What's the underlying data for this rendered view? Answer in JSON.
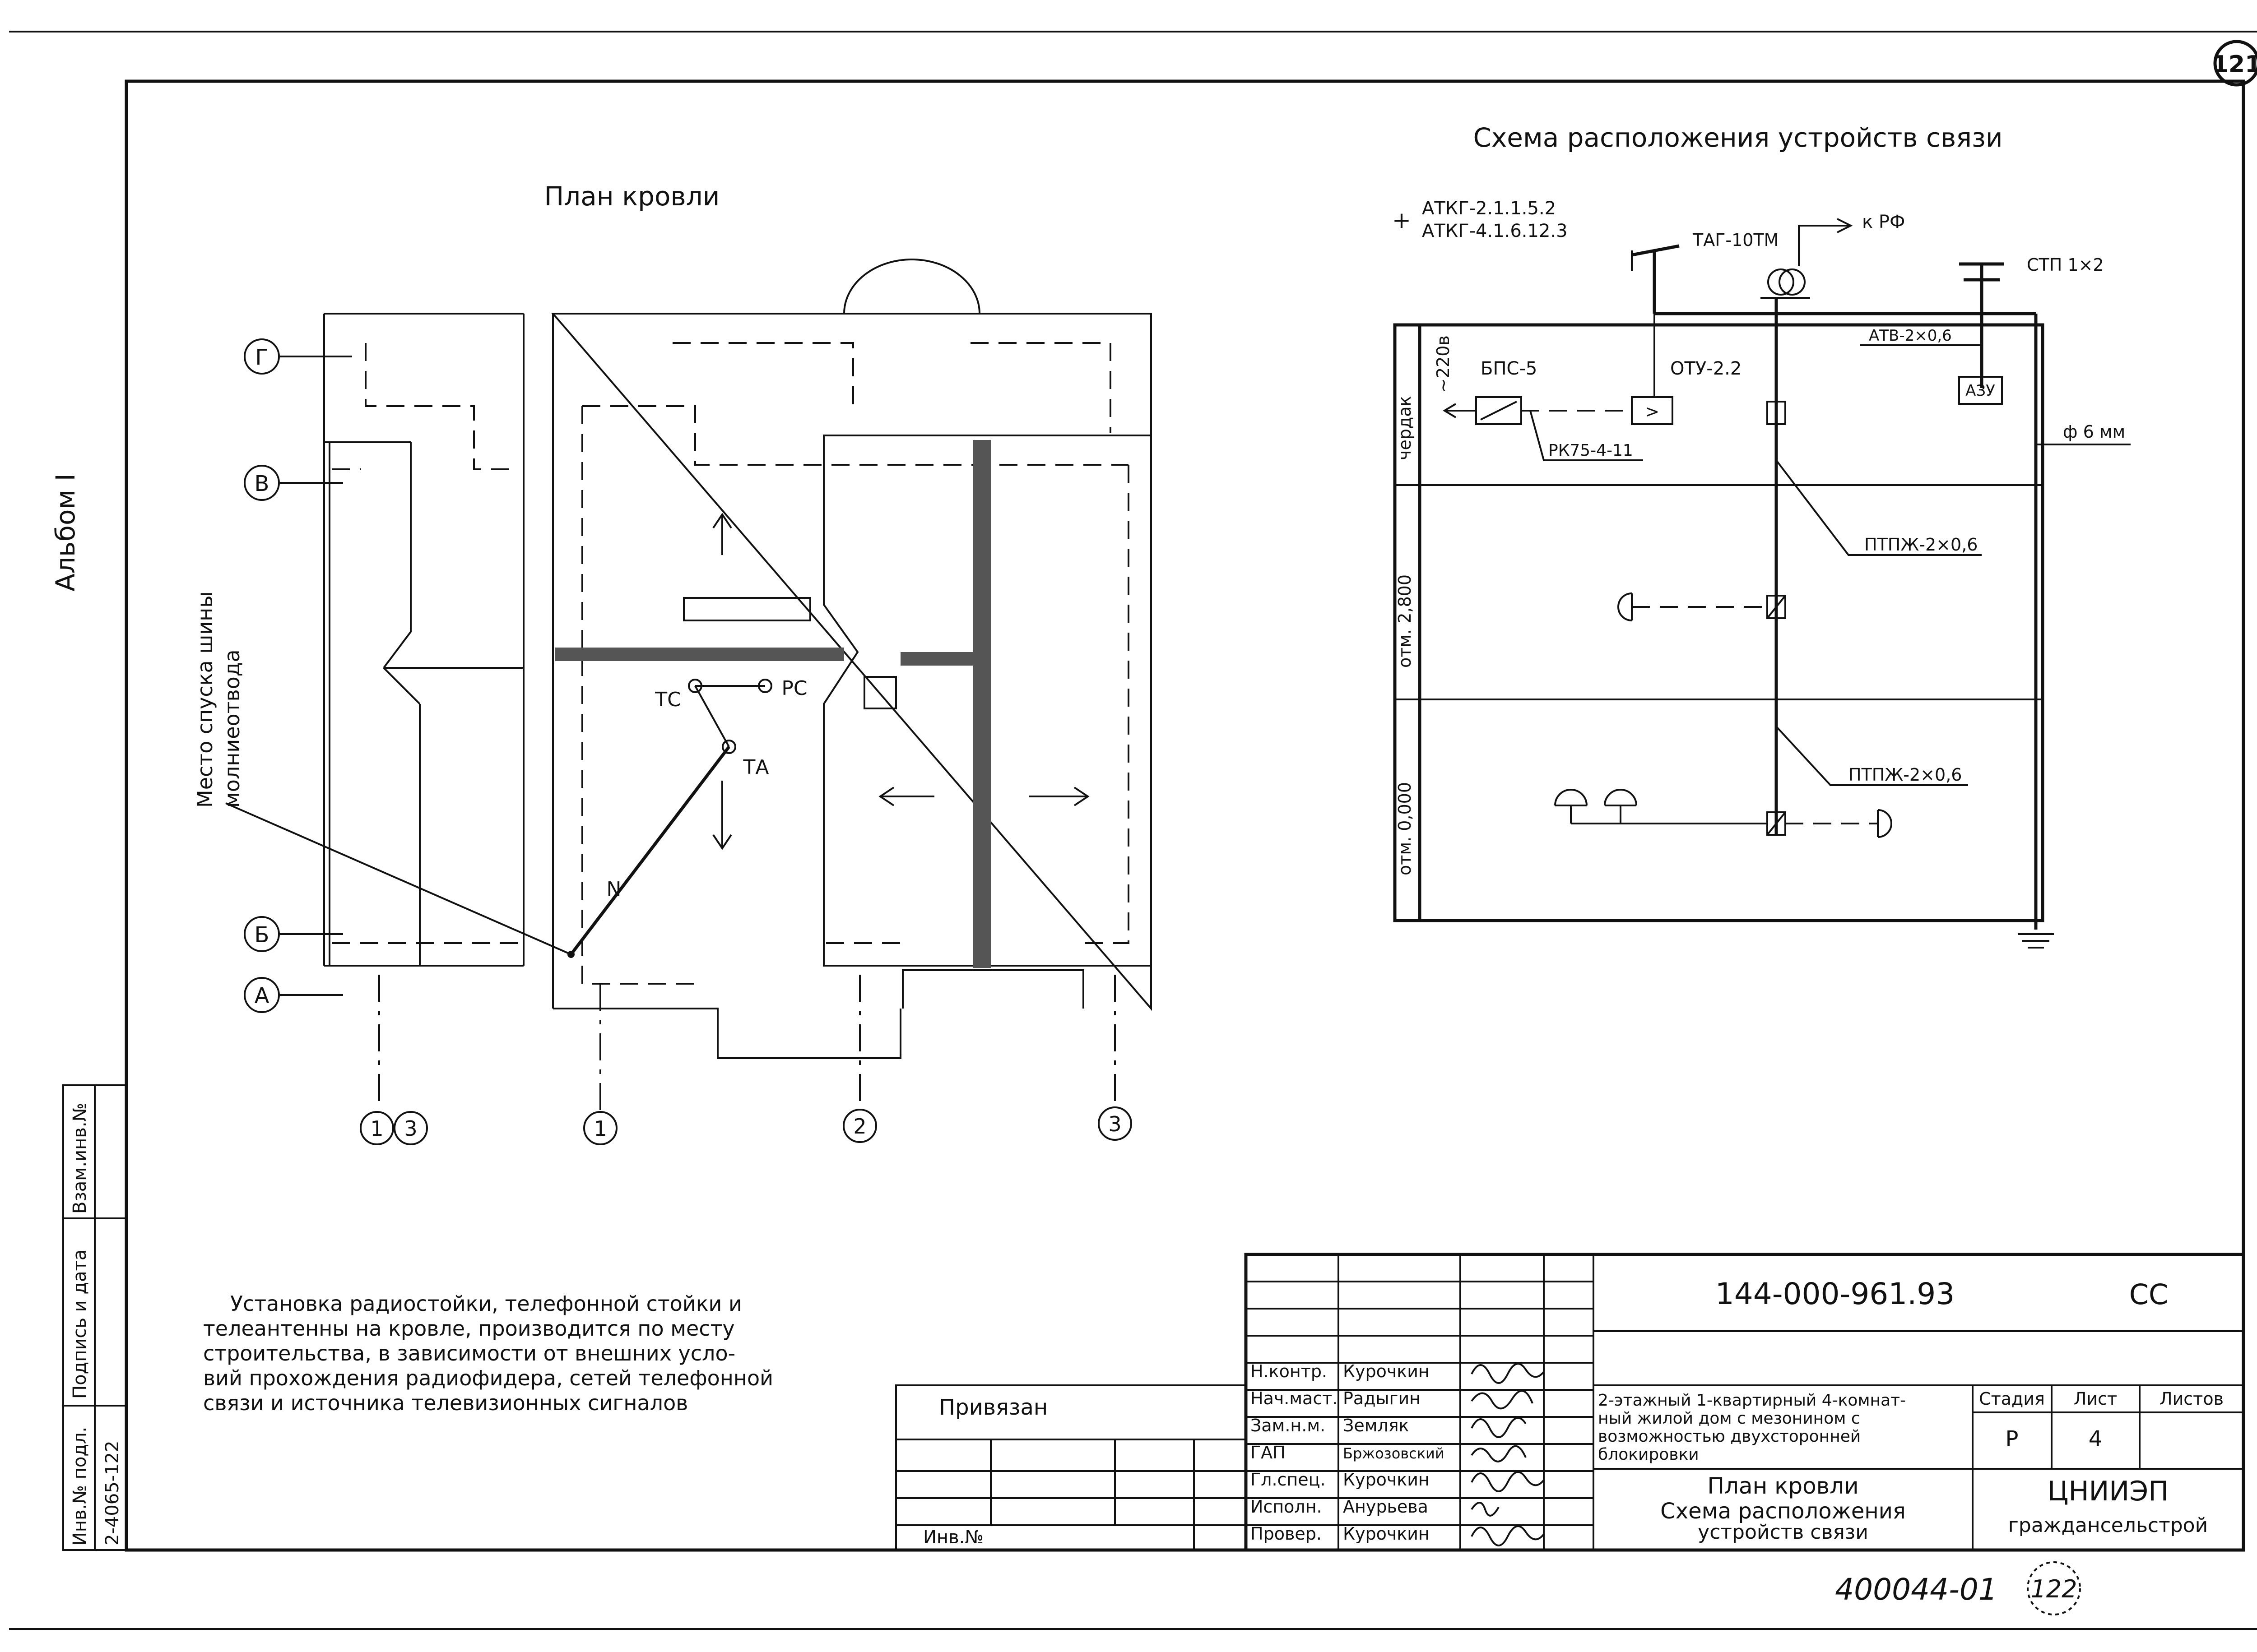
{
  "page": {
    "sheet_number": "121",
    "album_label": "Альбом I",
    "bottom_stamp_code": "400044-01",
    "bottom_stamp_number": "122"
  },
  "roof_plan": {
    "title": "План кровли",
    "downpipe_label": "Место спуска шины",
    "downpipe_label_2": "молниеотвода",
    "axis_labels": [
      "Г",
      "В",
      "Б",
      "А"
    ],
    "bottom_axis_labels": [
      "1",
      "3",
      "1",
      "2",
      "3"
    ],
    "device_labels": {
      "tc": "ТС",
      "pc": "РС",
      "ta": "ТА",
      "n": "N"
    }
  },
  "scheme": {
    "title": "Схема расположения устройств связи",
    "cable_1": "АТКГ-2.1.1.5.2",
    "cable_2": "АТКГ-4.1.6.12.3",
    "plus": "+",
    "tag": "ТАГ-10ТМ",
    "to_rf": "к РФ",
    "stp": "СТП 1×2",
    "atv": "АТВ-2×0,6",
    "azu": "АЗУ",
    "bps": "БПС-5",
    "otu": "ОТУ-2.2",
    "volt": "~220в",
    "rk": "РК75-4-11",
    "phi": "ф 6 мм",
    "ptpzh_1": "ПТПЖ-2×0,6",
    "ptpzh_2": "ПТПЖ-2×0,6",
    "level_attic": "чердак",
    "level_2800": "отм. 2,800",
    "level_0000": "отм. 0,000"
  },
  "note": {
    "lines": [
      "Установка радиостойки, телефонной стойки и",
      "телеантенны на кровле, производится по месту",
      "строительства, в зависимости от внешних усло-",
      "вий прохождения радиофидера, сетей телефонной",
      "связи и источника телевизионных сигналов"
    ]
  },
  "side_stamp": {
    "col1": "Инв.№ подл.",
    "col1_value": "2-4065-122",
    "col2": "Подпись и дата",
    "col3": "Взам.инв.№"
  },
  "title_block": {
    "doc_code": "144-000-961.93",
    "doc_suffix": "СС",
    "privyazan": "Привязан",
    "inv_no": "Инв.№",
    "roles": [
      {
        "role": "Н.контр.",
        "name": "Курочкин"
      },
      {
        "role": "Нач.маст.",
        "name": "Радыгин"
      },
      {
        "role": "Зам.н.м.",
        "name": "Земляк"
      },
      {
        "role": "ГАП",
        "name": "Бржозовский"
      },
      {
        "role": "Гл.спец.",
        "name": "Курочкин"
      },
      {
        "role": "Исполн.",
        "name": "Анурьева"
      },
      {
        "role": "Провер.",
        "name": "Курочкин"
      }
    ],
    "project_lines": [
      "2-этажный 1-квартирный 4-комнат-",
      "ный жилой дом с мезонином с",
      "возможностью двухсторонней",
      "блокировки"
    ],
    "stage_header": "Стадия",
    "sheet_header": "Лист",
    "sheets_header": "Листов",
    "stage_value": "Р",
    "sheet_value": "4",
    "sheets_value": "",
    "drawing_title_1": "План кровли",
    "drawing_title_2": "Схема расположения",
    "drawing_title_3": "устройств связи",
    "org_1": "ЦНИИЭП",
    "org_2": "граждансельстрой"
  }
}
